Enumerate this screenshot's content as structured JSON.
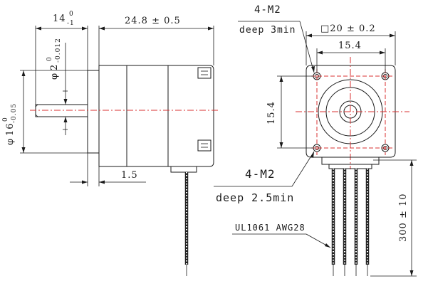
{
  "side_view": {
    "shaft_length_dim": "14",
    "shaft_length_tol_upper": "0",
    "shaft_length_tol_lower": "-1",
    "body_length_dim": "24.8 ± 0.5",
    "boss_dia_prefix": "φ",
    "boss_dia_value": "16",
    "boss_dia_tol_upper": "0",
    "boss_dia_tol_lower": "-0.05",
    "shaft_dia_prefix": "φ",
    "shaft_dia_value": "2",
    "shaft_dia_tol_upper": "0",
    "shaft_dia_tol_lower": "-0.012",
    "boss_height_dim": "1.5"
  },
  "front_view": {
    "top_hole_label": "4-M2",
    "top_hole_depth": "deep 3min",
    "square_size": "□20 ± 0.2",
    "hole_pitch_horizontal": "15.4",
    "hole_pitch_vertical": "15.4",
    "bottom_hole_label": "4-M2",
    "bottom_hole_depth": "deep 2.5min",
    "cable_spec": "UL1061 AWG28",
    "lead_length": "300 ± 10"
  }
}
